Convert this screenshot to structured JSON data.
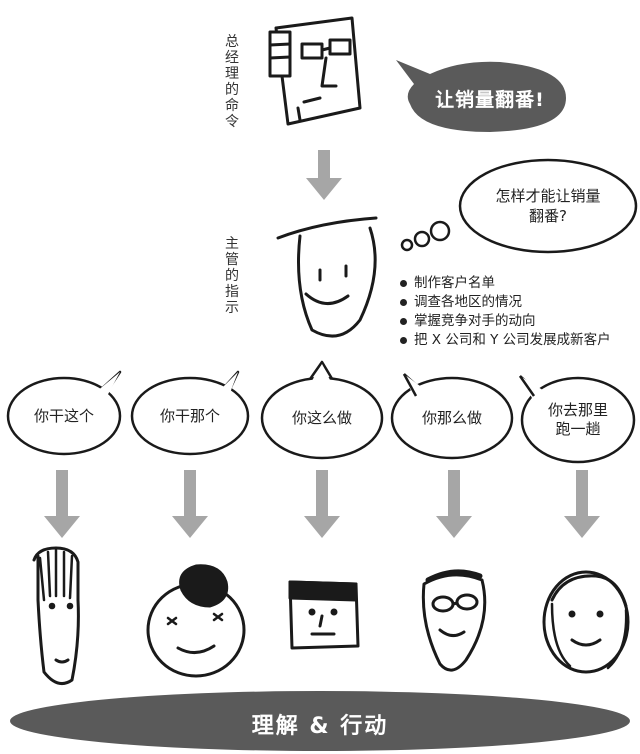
{
  "labels": {
    "manager": "总经理的命令",
    "supervisor": "主管的指示"
  },
  "command_bubble": "让销量翻番!",
  "thought_bubble": {
    "line1": "怎样才能让销量",
    "line2": "翻番?"
  },
  "instructions": [
    "制作客户名单",
    "调查各地区的情况",
    "掌握竞争对手的动向",
    "把 X 公司和 Y 公司发展成新客户"
  ],
  "speech_bubbles": [
    {
      "lines": [
        "你干这个"
      ]
    },
    {
      "lines": [
        "你干那个"
      ]
    },
    {
      "lines": [
        "你这么做"
      ]
    },
    {
      "lines": [
        "你那么做"
      ]
    },
    {
      "lines": [
        "你去那里",
        "跑一趟"
      ]
    }
  ],
  "bottom_banner": "理解 & 行动",
  "colors": {
    "dark_fill": "#5a5a5a",
    "arrow": "#a6a6a6",
    "ink": "#1a1a1a"
  }
}
